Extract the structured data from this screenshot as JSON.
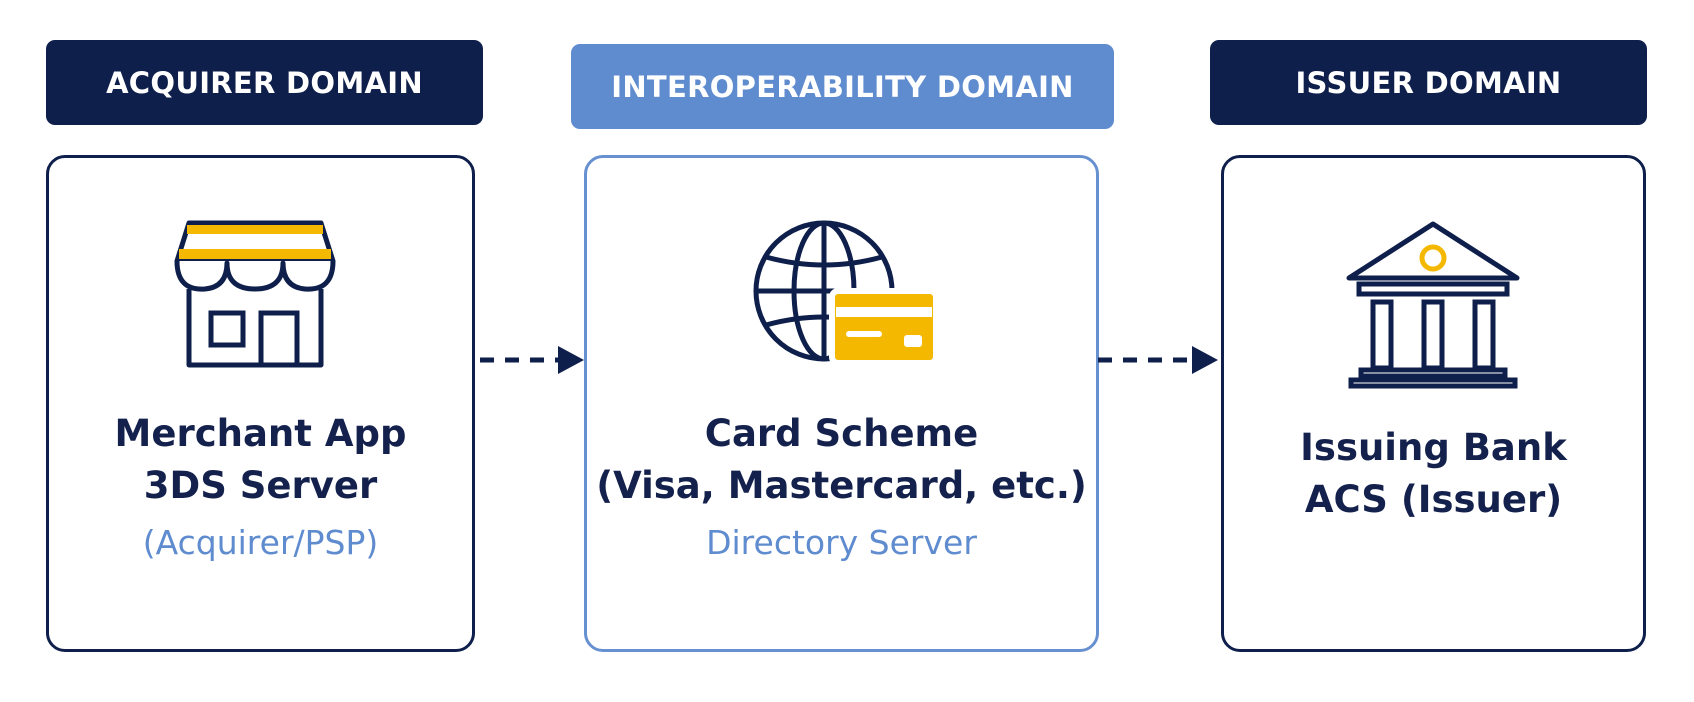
{
  "domains": [
    {
      "header": "ACQUIRER DOMAIN",
      "title_line1": "Merchant App",
      "title_line2": "3DS Server",
      "subtitle": "(Acquirer/PSP)",
      "icon": "storefront-icon"
    },
    {
      "header": "INTEROPERABILITY DOMAIN",
      "title_line1": "Card Scheme",
      "title_line2": "(Visa, Mastercard, etc.)",
      "subtitle": "Directory Server",
      "icon": "globe-card-icon"
    },
    {
      "header": "ISSUER DOMAIN",
      "title_line1": "Issuing Bank",
      "title_line2": "ACS (Issuer)",
      "subtitle": "",
      "icon": "bank-icon"
    }
  ],
  "colors": {
    "navy": "#0f1f4b",
    "accent_blue": "#5f8bcf",
    "yellow": "#f5b800",
    "background": "#ffffff"
  }
}
